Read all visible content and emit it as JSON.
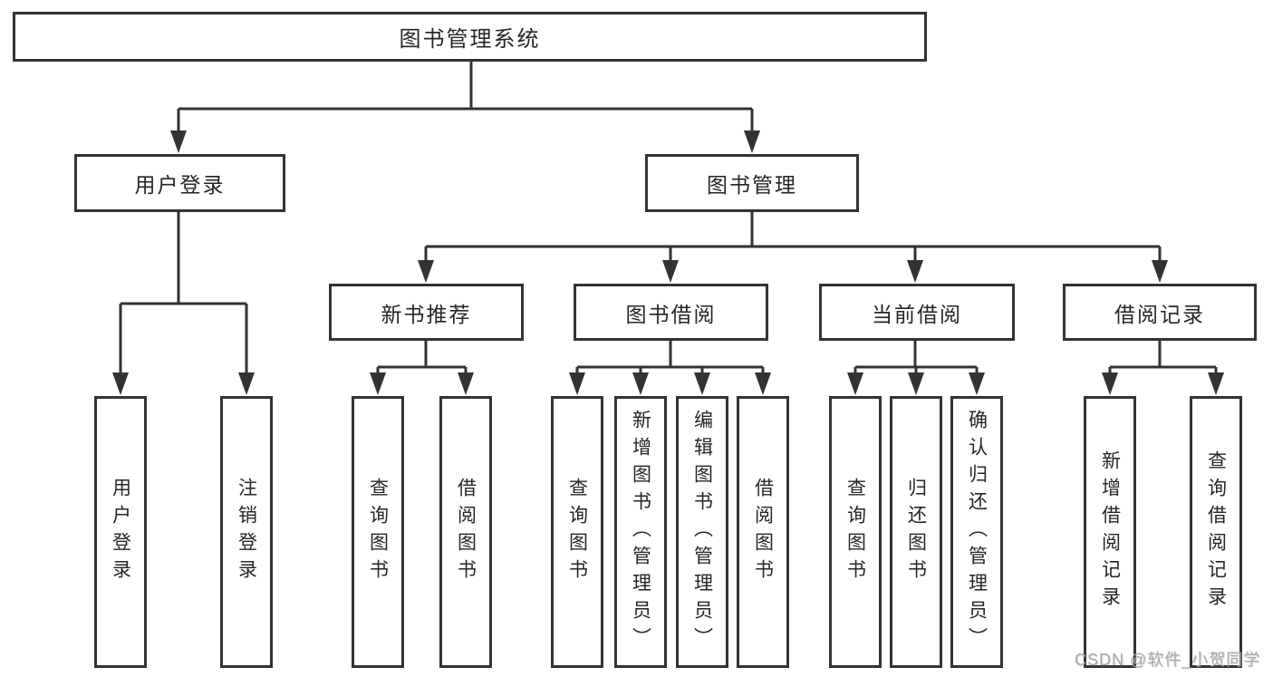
{
  "diagram": {
    "root": {
      "label": "图书管理系统"
    },
    "branches": [
      {
        "label": "用户登录",
        "children": [
          {
            "label": "用户登录"
          },
          {
            "label": "注销登录"
          }
        ]
      },
      {
        "label": "图书管理",
        "children": [
          {
            "label": "新书推荐",
            "children": [
              {
                "label": "查询图书"
              },
              {
                "label": "借阅图书"
              }
            ]
          },
          {
            "label": "图书借阅",
            "children": [
              {
                "label": "查询图书"
              },
              {
                "label": "新增图书（管理员）"
              },
              {
                "label": "编辑图书（管理员）"
              },
              {
                "label": "借阅图书"
              }
            ]
          },
          {
            "label": "当前借阅",
            "children": [
              {
                "label": "查询图书"
              },
              {
                "label": "归还图书"
              },
              {
                "label": "确认归还（管理员）"
              }
            ]
          },
          {
            "label": "借阅记录",
            "children": [
              {
                "label": "新增借阅记录"
              },
              {
                "label": "查询借阅记录"
              }
            ]
          }
        ]
      }
    ]
  },
  "watermark": {
    "text": "CSDN @软件_小贺同学"
  },
  "colors": {
    "line": "#333333",
    "text": "#262626",
    "background": "#ffffff",
    "watermark": "#a9a9a9"
  }
}
